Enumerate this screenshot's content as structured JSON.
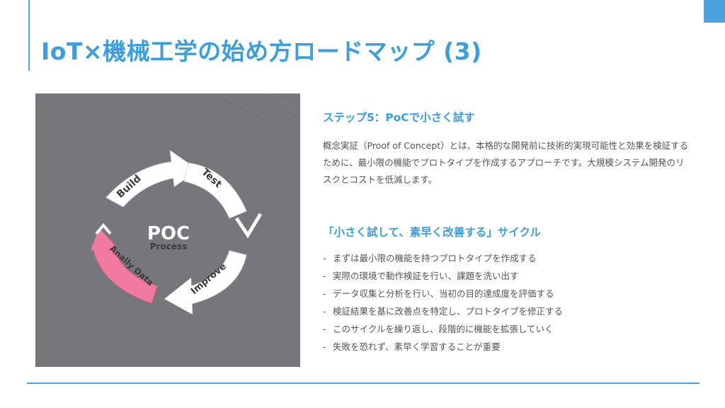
{
  "slide": {
    "title": "IoT×機械工学の始め方ロードマップ (3)"
  },
  "figure": {
    "center_title": "POC",
    "center_subtitle": "Process",
    "arrows": [
      {
        "label": "Build",
        "color": "#ffffff"
      },
      {
        "label": "Test",
        "color": "#ffffff"
      },
      {
        "label": "Improve",
        "color": "#ffffff"
      },
      {
        "label": "Anally Data",
        "color": "#f07aa0"
      }
    ],
    "background_color": "#77777b"
  },
  "content": {
    "section1_heading": "ステップ5：PoCで小さく試す",
    "section1_paragraph": "概念実証（Proof of Concept）とは、本格的な開発前に技術的実現可能性と効果を検証するために、最小限の機能でプロトタイプを作成するアプローチです。大規模システム開発のリスクとコストを低減します。",
    "section2_heading": "「小さく試して、素早く改善する」サイクル",
    "bullets": [
      "まずは最小限の機能を持つプロトタイプを作成する",
      "実際の環境で動作検証を行い、課題を洗い出す",
      "データ収集と分析を行い、当初の目的達成度を評価する",
      "検証結果を基に改善点を特定し、プロトタイプを修正する",
      "このサイクルを繰り返し、段階的に機能を拡張していく",
      "失敗を恐れず、素早く学習することが重要"
    ],
    "bullet_marker": "-"
  },
  "theme": {
    "accent": "#3a9ee0",
    "text": "#555555"
  }
}
